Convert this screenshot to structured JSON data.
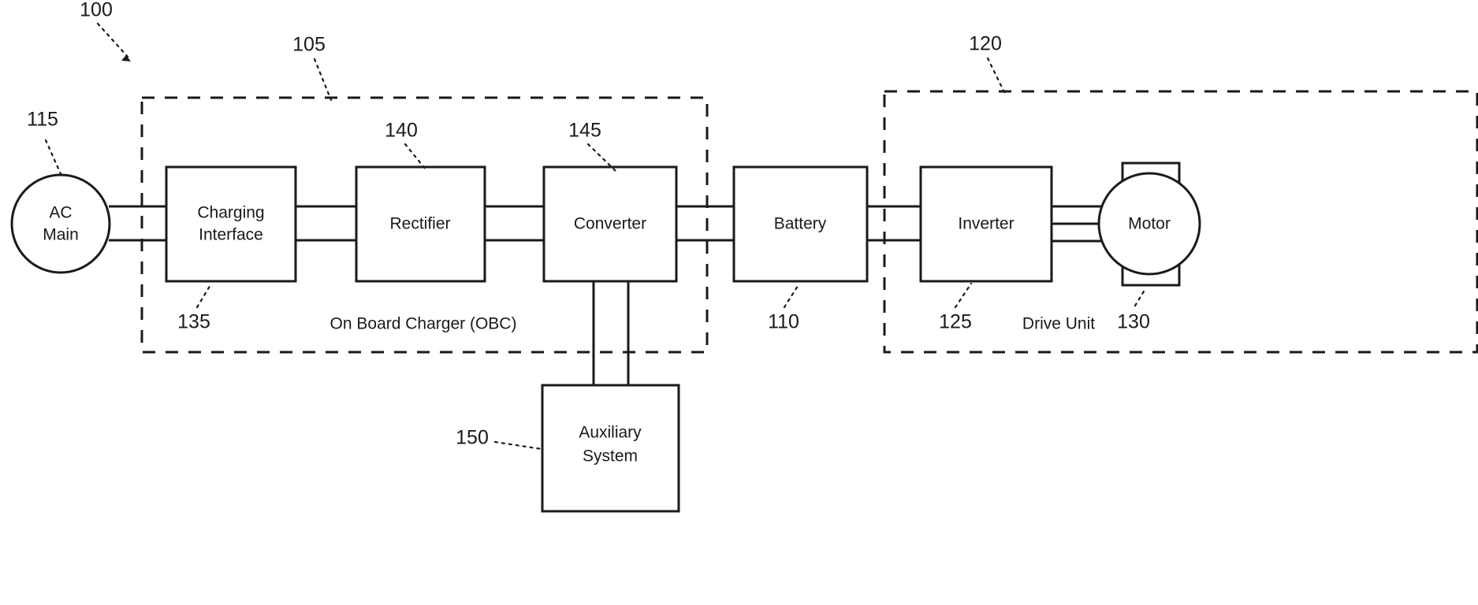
{
  "figure": {
    "system_ref": "100",
    "blocks": [
      {
        "id": "ac-main",
        "label_line1": "AC",
        "label_line2": "Main",
        "ref": "115",
        "shape": "circle"
      },
      {
        "id": "charging-interface",
        "label_line1": "Charging",
        "label_line2": "Interface",
        "ref": "135",
        "shape": "rect"
      },
      {
        "id": "rectifier",
        "label_line1": "Rectifier",
        "label_line2": "",
        "ref": "140",
        "shape": "rect"
      },
      {
        "id": "converter",
        "label_line1": "Converter",
        "label_line2": "",
        "ref": "145",
        "shape": "rect"
      },
      {
        "id": "battery",
        "label_line1": "Battery",
        "label_line2": "",
        "ref": "110",
        "shape": "rect"
      },
      {
        "id": "inverter",
        "label_line1": "Inverter",
        "label_line2": "",
        "ref": "125",
        "shape": "rect"
      },
      {
        "id": "motor",
        "label_line1": "Motor",
        "label_line2": "",
        "ref": "130",
        "shape": "motor"
      },
      {
        "id": "auxiliary-system",
        "label_line1": "Auxiliary",
        "label_line2": "System",
        "ref": "150",
        "shape": "rect"
      }
    ],
    "groups": [
      {
        "id": "obc",
        "title": "On Board Charger (OBC)",
        "ref": "105"
      },
      {
        "id": "drive-unit",
        "title": "Drive Unit",
        "ref": "120"
      }
    ],
    "colors": {
      "line": "#1a1a1a",
      "background": "#ffffff",
      "fill": "#ffffff"
    }
  }
}
